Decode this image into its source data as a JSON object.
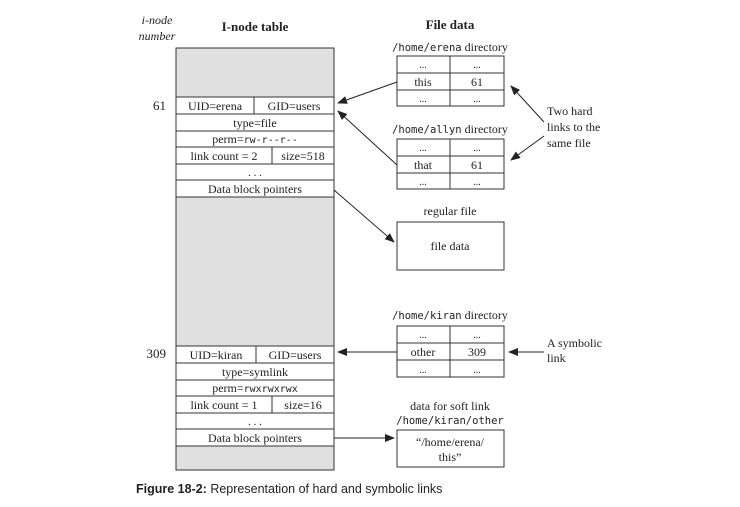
{
  "header": {
    "inode_number_line1": "i-node",
    "inode_number_line2": "number",
    "inode_table_title": "I-node table",
    "file_data_title": "File data"
  },
  "inode_table": {
    "fill_color": "#e0e0e0",
    "inode61": {
      "number": "61",
      "uid": "UID=erena",
      "gid": "GID=users",
      "type": "type=file",
      "perm_label": "perm=",
      "perm_value": "rw-r--r--",
      "link_count": "link count = 2",
      "size": "size=518",
      "ellipsis": ". . .",
      "pointers": "Data block pointers"
    },
    "inode309": {
      "number": "309",
      "uid": "UID=kiran",
      "gid": "GID=users",
      "type": "type=symlink",
      "perm_label": "perm=",
      "perm_value": "rwxrwxrwx",
      "link_count": "link count = 1",
      "size": "size=16",
      "ellipsis": ". . .",
      "pointers": "Data block pointers"
    }
  },
  "directories": {
    "erena": {
      "path": "/home/erena",
      "suffix": " directory",
      "rows": [
        [
          "...",
          "..."
        ],
        [
          "this",
          "61"
        ],
        [
          "...",
          "..."
        ]
      ]
    },
    "allyn": {
      "path": "/home/allyn",
      "suffix": " directory",
      "rows": [
        [
          "...",
          "..."
        ],
        [
          "that",
          "61"
        ],
        [
          "...",
          "..."
        ]
      ]
    },
    "kiran": {
      "path": "/home/kiran",
      "suffix": " directory",
      "rows": [
        [
          "...",
          "..."
        ],
        [
          "other",
          "309"
        ],
        [
          "...",
          "..."
        ]
      ]
    }
  },
  "regular_file": {
    "label": "regular file",
    "content": "file data"
  },
  "soft_link": {
    "label": "data for soft link",
    "path": "/home/kiran/other",
    "content_line1": "“/home/erena/",
    "content_line2": "this”"
  },
  "annotations": {
    "hard_links_line1": "Two hard",
    "hard_links_line2": "links to the",
    "hard_links_line3": "same file",
    "symlink_line1": "A symbolic",
    "symlink_line2": "link"
  },
  "caption": {
    "label": "Figure 18-2:",
    "text": " Representation of hard and symbolic links"
  }
}
